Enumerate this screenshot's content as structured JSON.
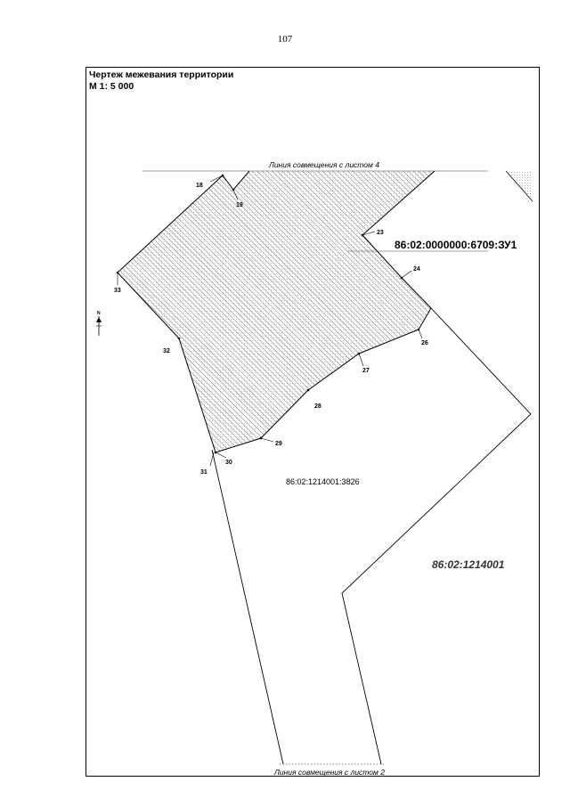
{
  "page_number": "107",
  "title": {
    "line1": "Чертеж межевания территории",
    "line2": "М 1: 5 000"
  },
  "match_lines": {
    "top": "Линия совмещения с листом 4",
    "bottom": "Линия совмещения с листом 2"
  },
  "parcels": {
    "new_parcel": "86:02:0000000:6709:ЗУ1",
    "existing_parcel": "86:02:1214001:3826",
    "quarter": "86:02:1214001"
  },
  "points": [
    "18",
    "19",
    "23",
    "24",
    "26",
    "27",
    "28",
    "29",
    "30",
    "31",
    "32",
    "33"
  ],
  "north_arrow": {
    "letter": "N"
  },
  "colors": {
    "line": "#000000",
    "hatch": "#555555",
    "background": "#ffffff"
  }
}
